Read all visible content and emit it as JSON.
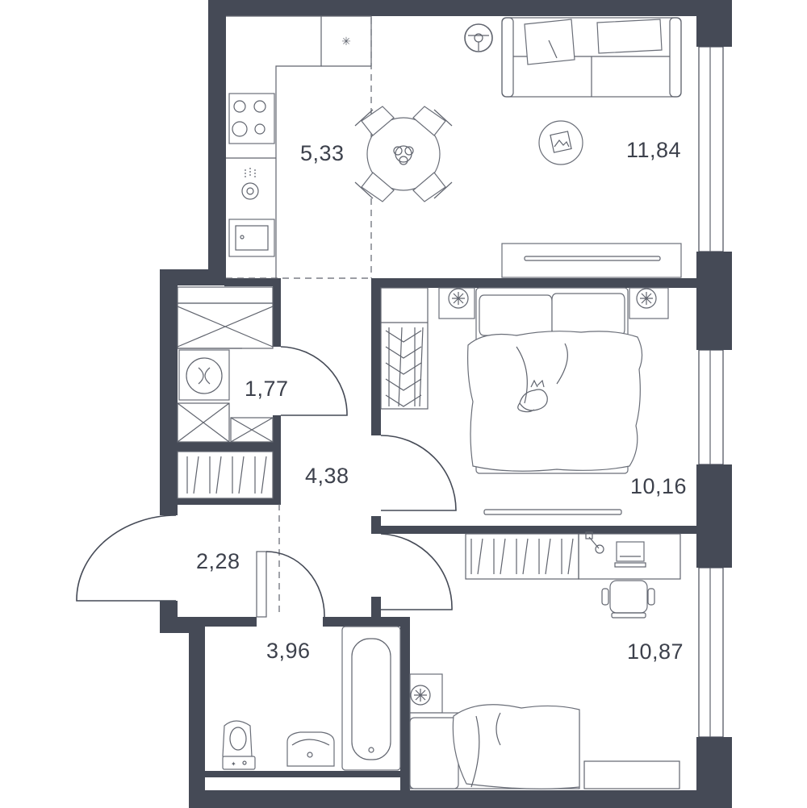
{
  "plan": {
    "wall_color": "#454a56",
    "line_color": "#60646e",
    "rooms": [
      {
        "id": "kitchen",
        "area": "5,33"
      },
      {
        "id": "living",
        "area": "11,84"
      },
      {
        "id": "storage",
        "area": "1,77"
      },
      {
        "id": "hall",
        "area": "4,38"
      },
      {
        "id": "bedroom",
        "area": "10,16"
      },
      {
        "id": "entry",
        "area": "2,28"
      },
      {
        "id": "bathroom",
        "area": "3,96"
      },
      {
        "id": "second-bedroom",
        "area": "10,87"
      }
    ],
    "icons": [
      "fridge-icon",
      "stove-icon",
      "sink-icon",
      "dining-table-icon",
      "sofa-icon",
      "rug-icon",
      "tv-stand-icon",
      "washer-icon",
      "wardrobe-icon",
      "double-bed-icon",
      "cat-icon",
      "desk-icon",
      "chair-icon",
      "single-bed-icon",
      "bathtub-icon",
      "toilet-icon",
      "washbasin-icon",
      "plant-icon",
      "lamp-icon"
    ]
  }
}
